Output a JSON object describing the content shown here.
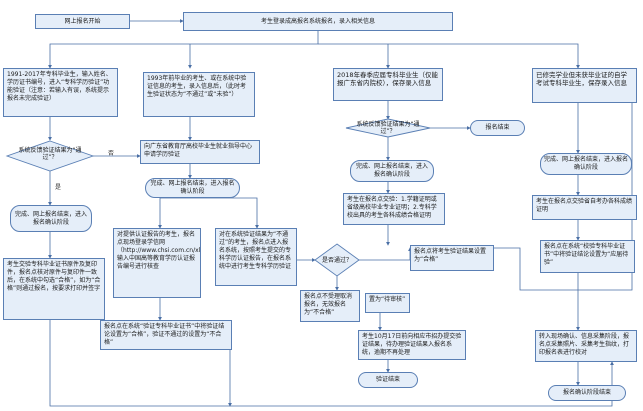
{
  "colors": {
    "box_fill": "#e5eef9",
    "box_border": "#5a7fb4",
    "line": "#4a6fa5"
  },
  "nodes": {
    "start": "网上报名开始",
    "login": "考生登录成高报名系统报名，录入相关信息",
    "col1_intro": "1991-2017年专科毕业生，输入姓名、学历证书编号，进入“专科学历验证”功能验证（注意：若输入有误，系统提示报名未完成验证）",
    "col2_intro": "1993年前毕业的考生、或在系统中验证信息的考生，录入信息后，（此时考生验证状态为“不通过”或“未验”）",
    "col3_intro": "2018年春季应届专科毕业生（仅能报广东省内院校），保存录入信息",
    "col4_intro": "已修完学业但未获毕业证的自学考试专科毕业生，保存录入信息",
    "d1": "系统反馈验证结果为“通过”？",
    "d1_no": "否",
    "d1_yes": "是",
    "col1_done": "完成、网上报名结束，进入报名确认阶段",
    "col1_bottom": "考生交验专科毕业证书原件及复印件，报名点核对原件与复印件一致后，在系统中勾选“合格”，如为“合格”则通过报名，按要求打印并签字",
    "mid_apply": "向广东省教育厅高校毕业生就业指导中心申请学历验证",
    "mid_done": "完成、网上报名结束，进入报名确认阶段",
    "sub_a": "对提供认证报告的考生，报名点现场登录学信网（http://www.chsi.com.cn/xlcx）输入中国高等教育学历认证报告编号进行核查",
    "sub_a_url": "www.chsi.com.cn",
    "sub_b": "对在系统验证结果为“不通过”的考生，报名点进入报名系统，按照考生提交的专科学历认证报告，在报名系统中进行考生专科学历验证",
    "decision": "是否通过？",
    "mid_bottom": "报名点在系统“验证专科毕业证书”中将验证结论设置为“合格”，验证不通过的设置为“不合格”",
    "d3": "系统反馈验证结果为“通过”？",
    "end_a": "报名结束",
    "col3_done": "完成、网上报名结束，进入报名确认阶段",
    "col3_confirm": "考生在报名点交验：1.学籍证明或省级高校毕业专业证明；2.专科学校出具的考生各科成绩合格证明",
    "col3_set": "报名点将考生验证结果设置为“合格”",
    "col3_no": "报名点不受理取消报名，无效报名为“不合格”",
    "col3_pending": "置为“待审核”",
    "col3_note": "考生10月17日前向相应市招办提交验证结果，待办理验证结果入报名系统，逾期不再处理",
    "end_b": "验证结束",
    "col4_done": "完成、网上报名结束，进入报名确认阶段",
    "col4_grade": "考生在报名点交验省自考办各科成绩证明",
    "col4_set": "报名点在系统“校验专科毕业证书”中将验证结论设置为“应届待验”",
    "col4_final": "转入现场确认、信息采集阶段，报名点采集照片、采集考生指纹，打印报名表进行校对",
    "end_c": "报名确认阶段结束"
  }
}
